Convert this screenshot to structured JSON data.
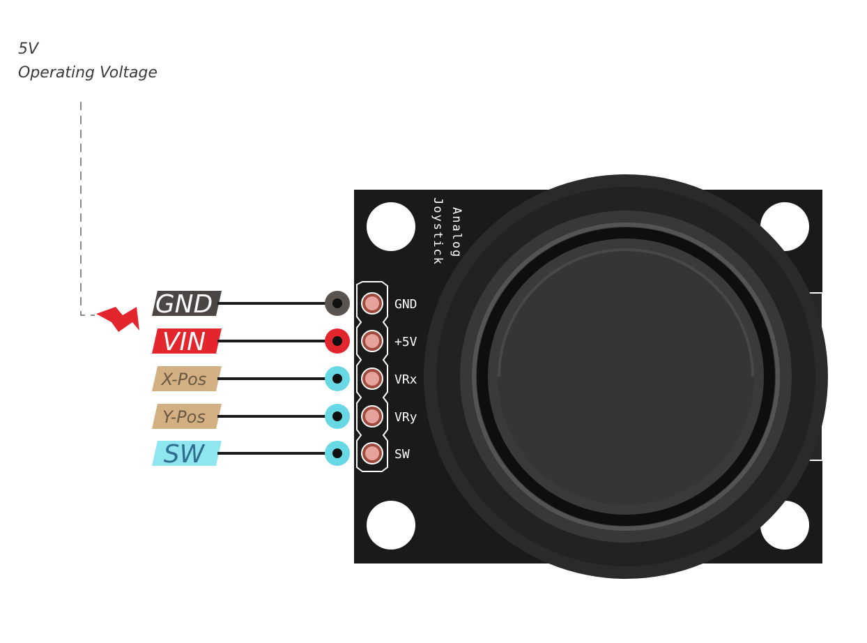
{
  "annotation": {
    "voltage": "5V",
    "voltage_label": "Operating Voltage"
  },
  "module": {
    "name_line1": "Analog",
    "name_line2": "Joystick"
  },
  "pins": [
    {
      "tag": "GND",
      "header": "GND",
      "tag_color": "#4a4644",
      "tag_text_color": "#ffffff",
      "dot_color": "#5a5450"
    },
    {
      "tag": "VIN",
      "header": "+5V",
      "tag_color": "#e3262e",
      "tag_text_color": "#ffffff",
      "dot_color": "#e3262e"
    },
    {
      "tag": "X-Pos",
      "header": "VRx",
      "tag_color": "#d2b083",
      "tag_text_color": "#6a5a44",
      "dot_color": "#67d8e4"
    },
    {
      "tag": "Y-Pos",
      "header": "VRy",
      "tag_color": "#d2b083",
      "tag_text_color": "#6a5a44",
      "dot_color": "#67d8e4"
    },
    {
      "tag": "SW",
      "header": "SW",
      "tag_color": "#8fe6ee",
      "tag_text_color": "#2f6e8e",
      "dot_color": "#67d8e4"
    }
  ],
  "icons": {
    "lightning": "lightning-icon"
  }
}
